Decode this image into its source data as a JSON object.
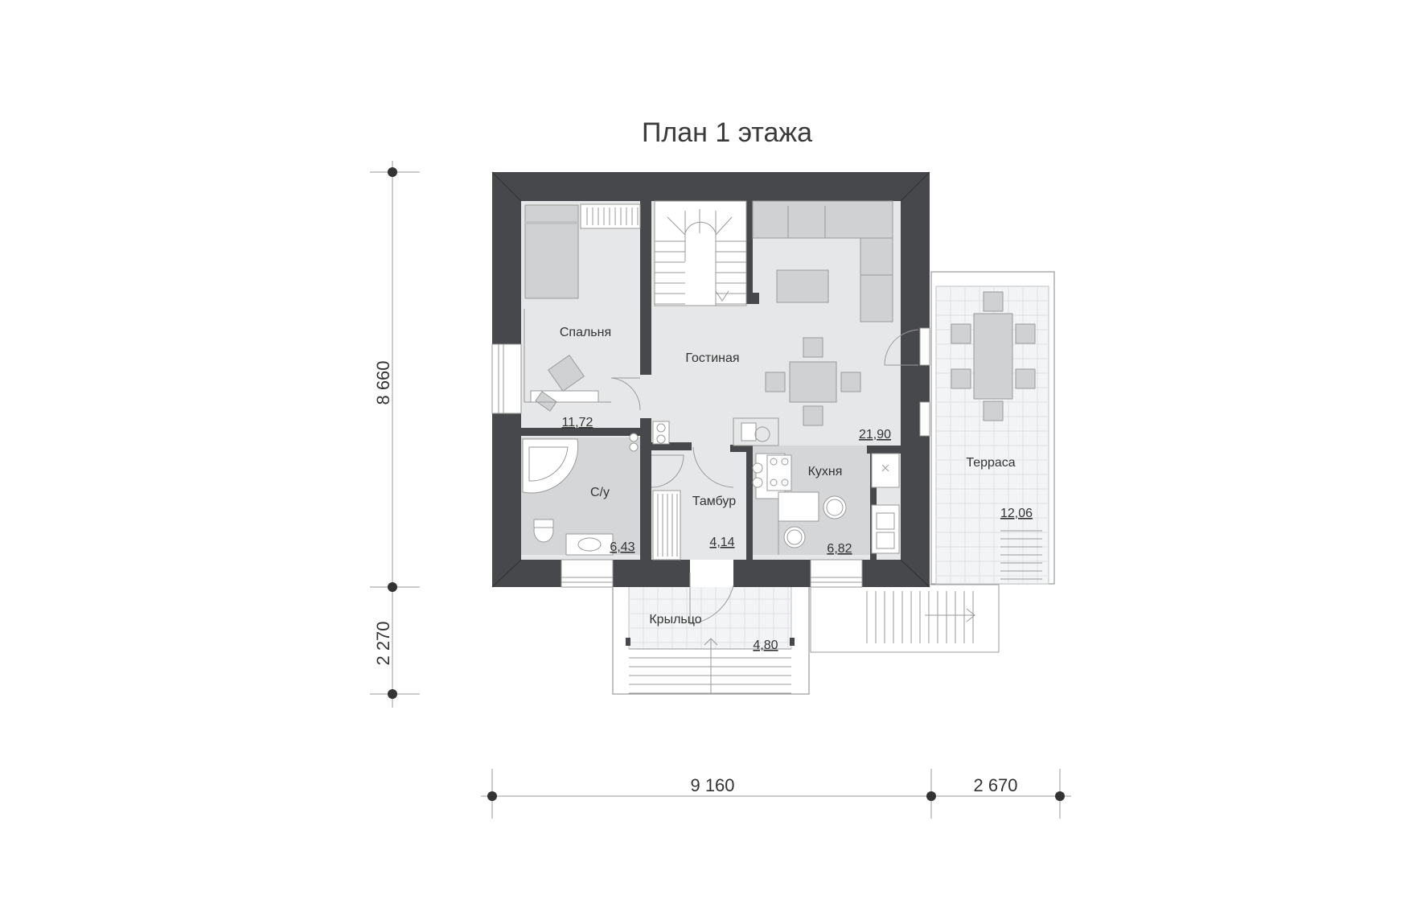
{
  "title": "План 1 этажа",
  "colors": {
    "wall": "#46484b",
    "floor": "#e6e7e8",
    "wet_floor": "#d4d6d8",
    "furniture": "#cfd1d3",
    "line": "#9a9a9a",
    "dimension": "#333333"
  },
  "rooms": [
    {
      "id": "bedroom",
      "name": "Спальня",
      "area": "11,72"
    },
    {
      "id": "living",
      "name": "Гостиная",
      "area": "21,90"
    },
    {
      "id": "bathroom",
      "name": "С/у",
      "area": "6,43"
    },
    {
      "id": "vestibule",
      "name": "Тамбур",
      "area": "4,14"
    },
    {
      "id": "kitchen",
      "name": "Кухня",
      "area": "6,82"
    },
    {
      "id": "terrace",
      "name": "Терраса",
      "area": "12,06"
    },
    {
      "id": "porch",
      "name": "Крыльцо",
      "area": "4,80"
    }
  ],
  "dimensions": {
    "height_main": "8 660",
    "height_porch": "2 270",
    "width_main": "9 160",
    "width_terrace": "2 670"
  }
}
